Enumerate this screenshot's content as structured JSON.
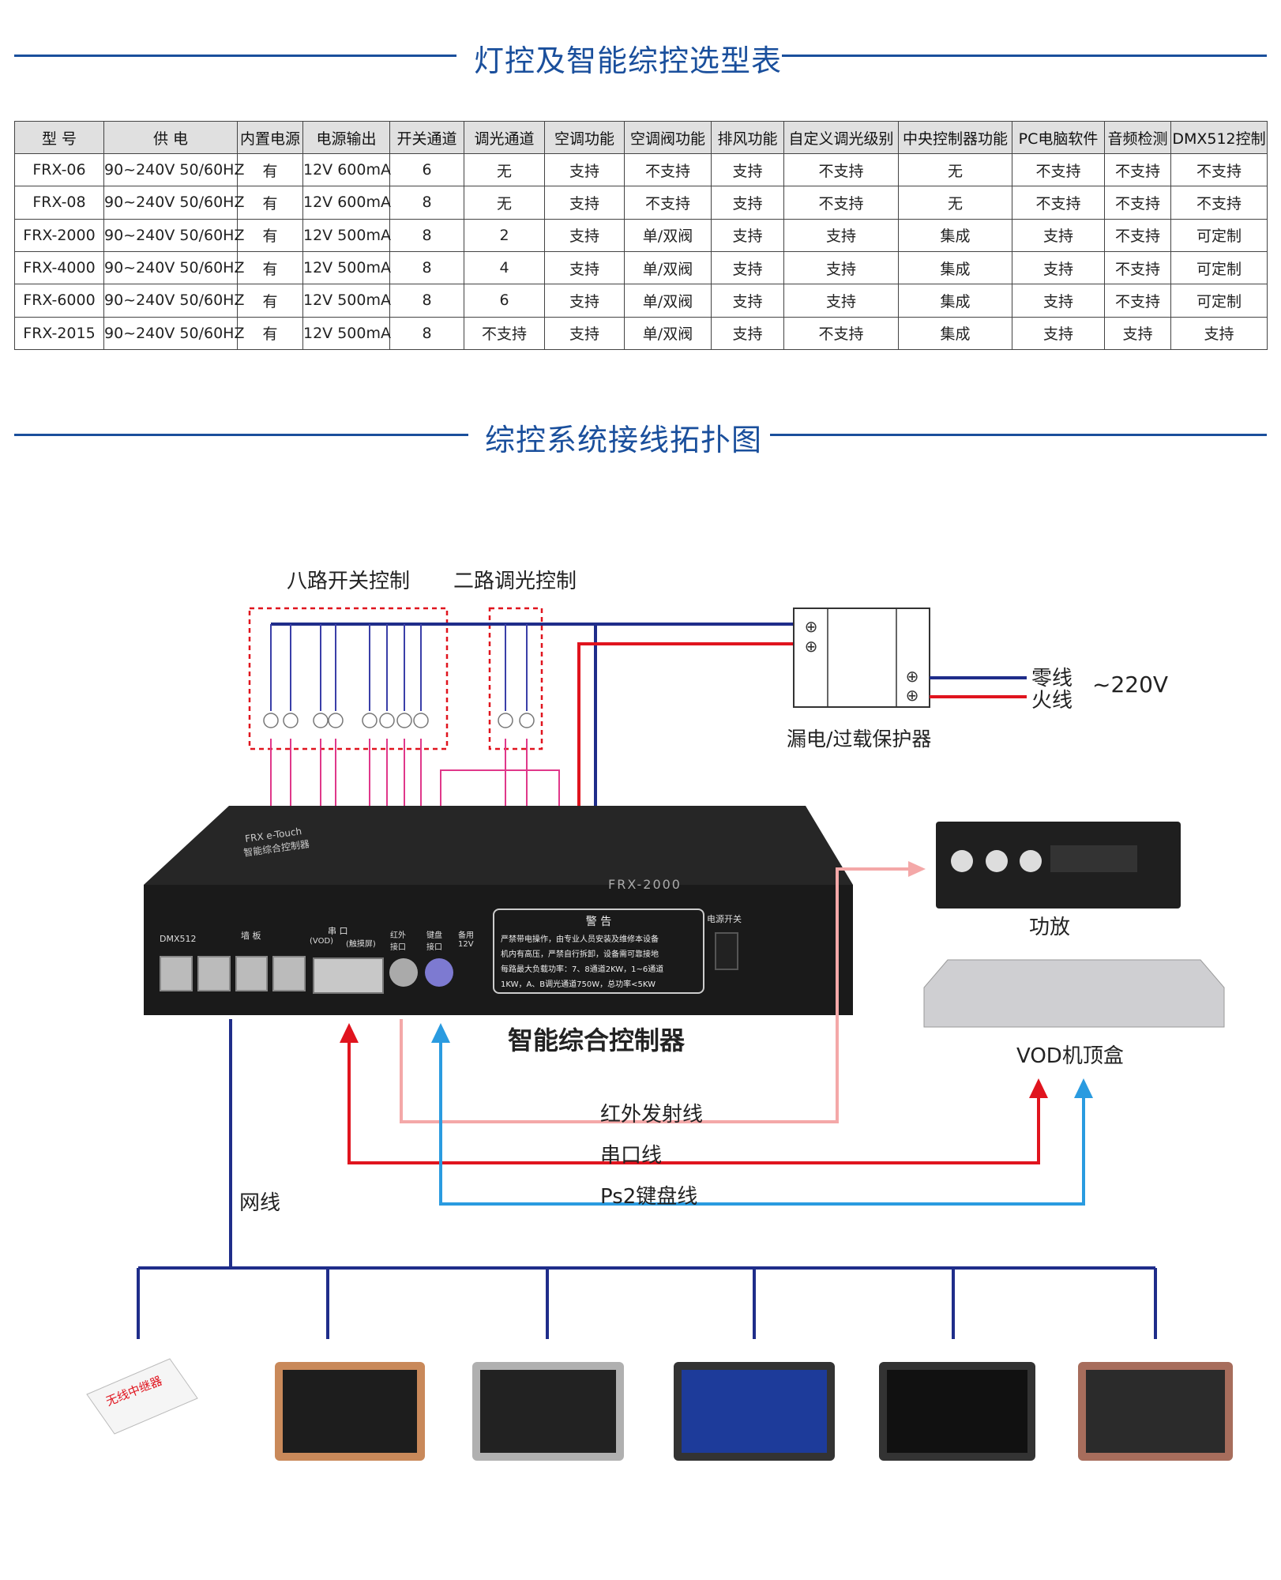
{
  "section1": {
    "title": "灯控及智能综控选型表"
  },
  "table": {
    "headers": [
      "型 号",
      "供 电",
      "内置电源",
      "电源输出",
      "开关通道",
      "调光通道",
      "空调功能",
      "空调阀功能",
      "排风功能",
      "自定义调光级别",
      "中央控制器功能",
      "PC电脑软件",
      "音频检测",
      "DMX512控制"
    ],
    "rows": [
      [
        "FRX-06",
        "90~240V 50/60HZ",
        "有",
        "12V 600mA",
        "6",
        "无",
        "支持",
        "不支持",
        "支持",
        "不支持",
        "无",
        "不支持",
        "不支持",
        "不支持"
      ],
      [
        "FRX-08",
        "90~240V 50/60HZ",
        "有",
        "12V 600mA",
        "8",
        "无",
        "支持",
        "不支持",
        "支持",
        "不支持",
        "无",
        "不支持",
        "不支持",
        "不支持"
      ],
      [
        "FRX-2000",
        "90~240V 50/60HZ",
        "有",
        "12V 500mA",
        "8",
        "2",
        "支持",
        "单/双阀",
        "支持",
        "支持",
        "集成",
        "支持",
        "不支持",
        "可定制"
      ],
      [
        "FRX-4000",
        "90~240V 50/60HZ",
        "有",
        "12V 500mA",
        "8",
        "4",
        "支持",
        "单/双阀",
        "支持",
        "支持",
        "集成",
        "支持",
        "不支持",
        "可定制"
      ],
      [
        "FRX-6000",
        "90~240V 50/60HZ",
        "有",
        "12V 500mA",
        "8",
        "6",
        "支持",
        "单/双阀",
        "支持",
        "支持",
        "集成",
        "支持",
        "不支持",
        "可定制"
      ],
      [
        "FRX-2015",
        "90~240V 50/60HZ",
        "有",
        "12V 500mA",
        "8",
        "不支持",
        "支持",
        "单/双阀",
        "支持",
        "不支持",
        "集成",
        "支持",
        "支持",
        "支持"
      ]
    ]
  },
  "section2": {
    "title": "综控系统接线拓扑图"
  },
  "diagram": {
    "switch_group_label": "八路开关控制",
    "dimmer_group_label": "二路调光控制",
    "protector_label": "漏电/过载保护器",
    "neutral_label": "零线",
    "live_label": "火线",
    "voltage_label": "~220V",
    "amplifier_label": "功放",
    "vod_label": "VOD机顶盒",
    "controller_label": "智能综合控制器",
    "ir_cable_label": "红外发射线",
    "serial_cable_label": "串口线",
    "ps2_cable_label": "Ps2键盘线",
    "network_label": "网线",
    "repeater_text": "无线中继器",
    "controller_panel": {
      "model": "FRX-2000",
      "brand": "FRX e-Touch",
      "brand_sub": "智能综合控制器",
      "dmx": "DMX512",
      "wall_panel": "墙 板",
      "serial": "串 口",
      "vod": "(VOD)",
      "touch": "(触摸屏)",
      "ir_port": "红外接口",
      "kb_port": "键盘接口",
      "spare": "备用12V",
      "power_switch": "电源开关",
      "warning_title": "警 告",
      "warning_lines": [
        "严禁带电操作，由专业人员安装及维修本设备",
        "机内有高压，严禁自行拆卸，设备需可靠接地",
        "每路最大负载功率：7、8通道2KW，1~6通道",
        "1KW，A、B调光通道750W，总功率<5KW"
      ]
    },
    "colors": {
      "neutral": "#1f2d8a",
      "live": "#e0141e",
      "pink": "#e0388a",
      "ir": "#f4a8a8",
      "ps2": "#2a9be0",
      "title_blue": "#1a4f9c"
    }
  }
}
